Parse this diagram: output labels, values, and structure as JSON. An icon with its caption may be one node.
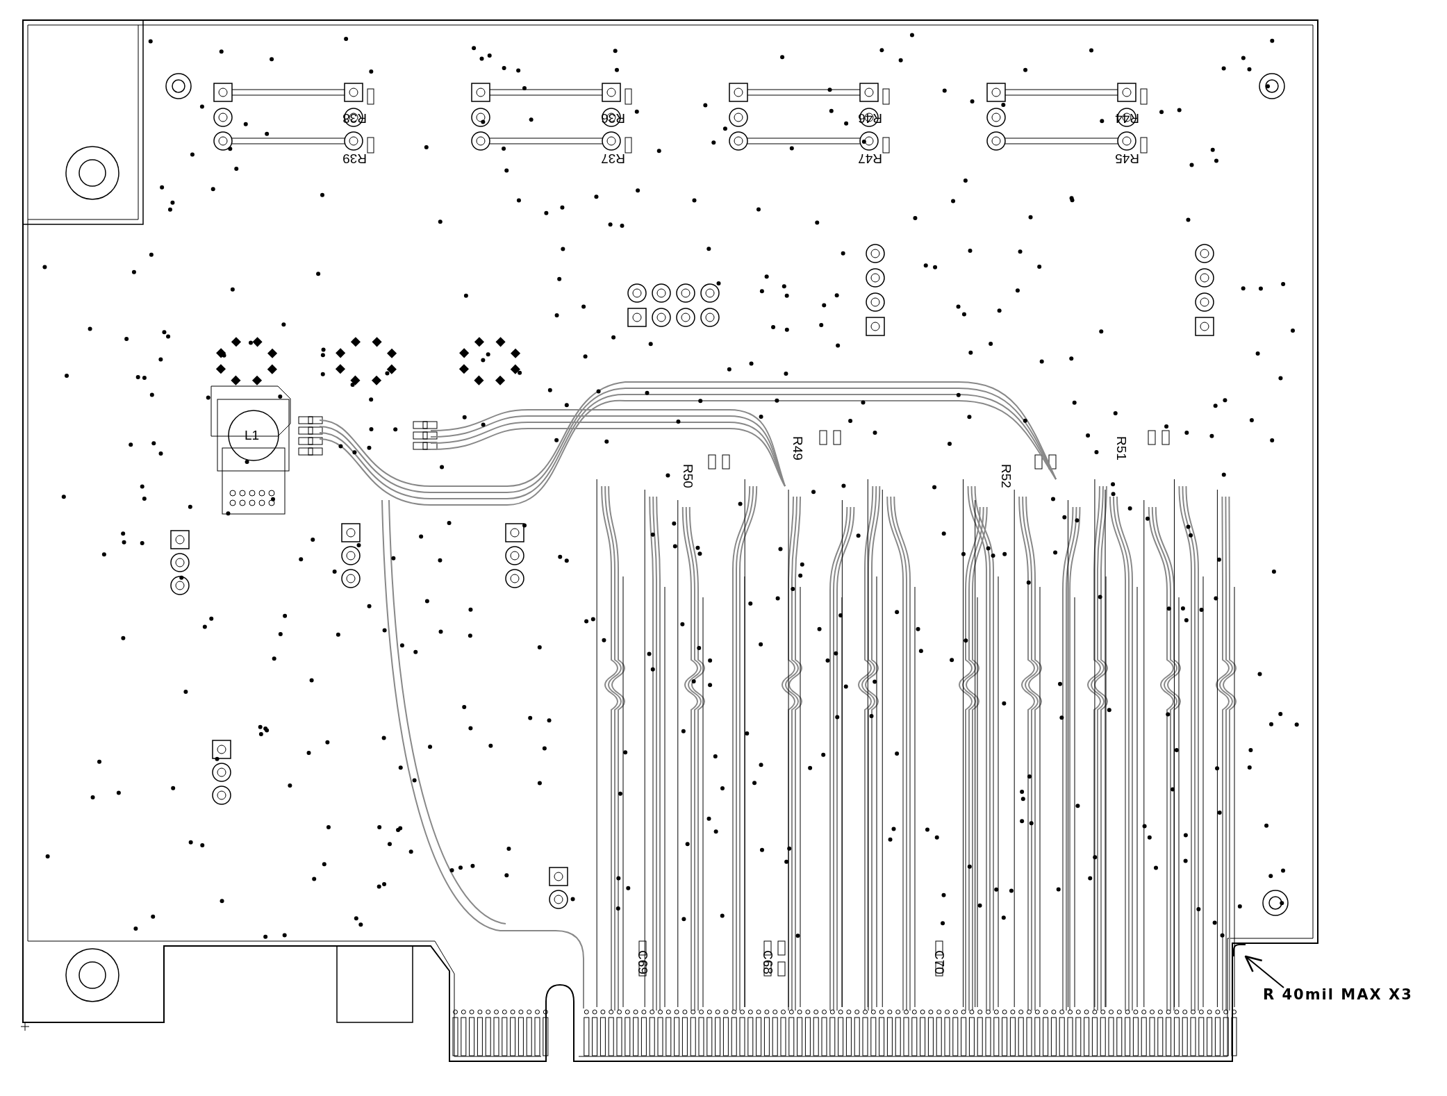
{
  "diagram": {
    "nodes": [
      {
        "text": [
          "R 40mil MAX X3"
        ]
      },
      {
        "text": [],
        "shape": "corner"
      }
    ],
    "edges": [
      {
        "from": 0,
        "to": 1,
        "arrow": "to"
      }
    ],
    "labels": [
      "R38",
      "R39",
      "R36",
      "R37",
      "R46",
      "R47",
      "R44",
      "R45",
      "L1",
      "R50",
      "R49",
      "R52",
      "R51",
      "C69",
      "C68",
      "C70"
    ]
  }
}
